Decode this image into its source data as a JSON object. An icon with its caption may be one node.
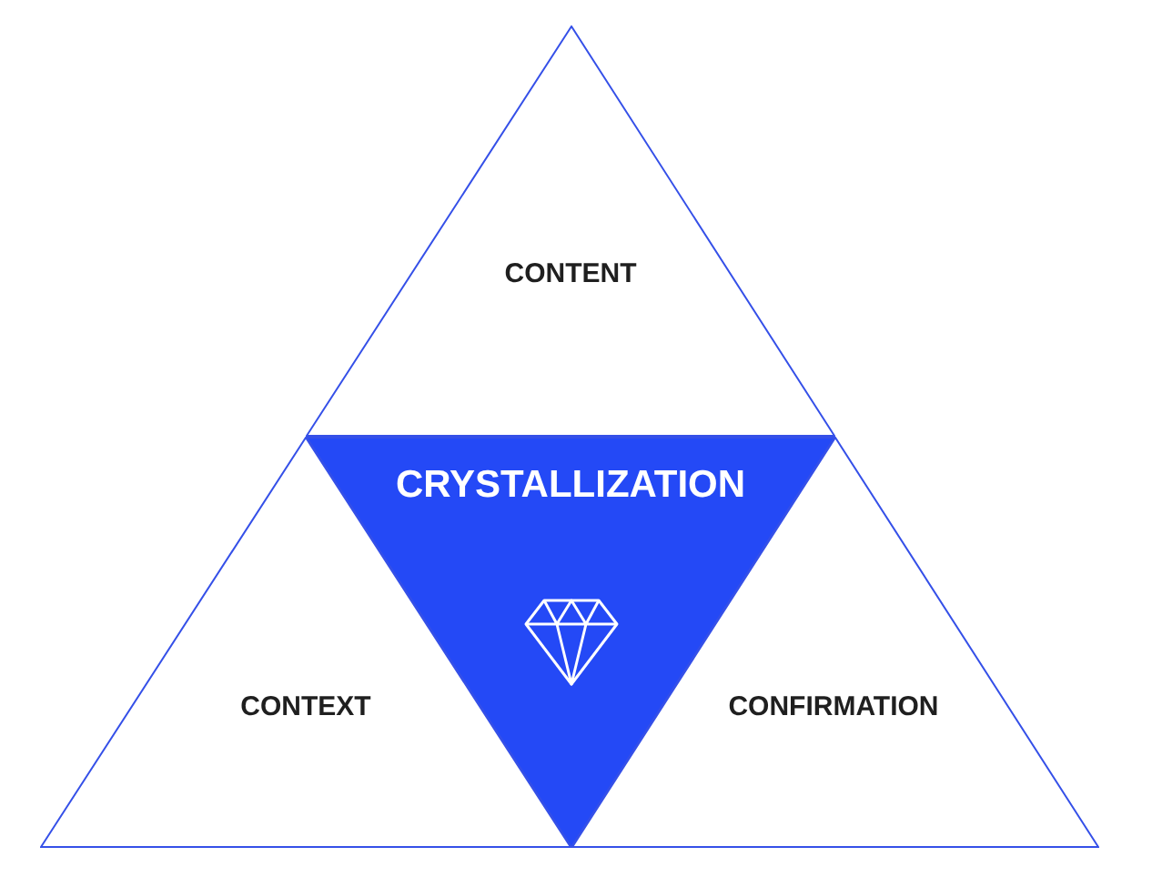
{
  "diagram": {
    "nodes": [
      {
        "text": [
          "CONTENT"
        ]
      },
      {
        "text": [
          "CRYSTALLIZATION"
        ]
      },
      {
        "text": [
          "CONTEXT"
        ]
      },
      {
        "text": [
          "CONFIRMATION"
        ]
      }
    ]
  }
}
